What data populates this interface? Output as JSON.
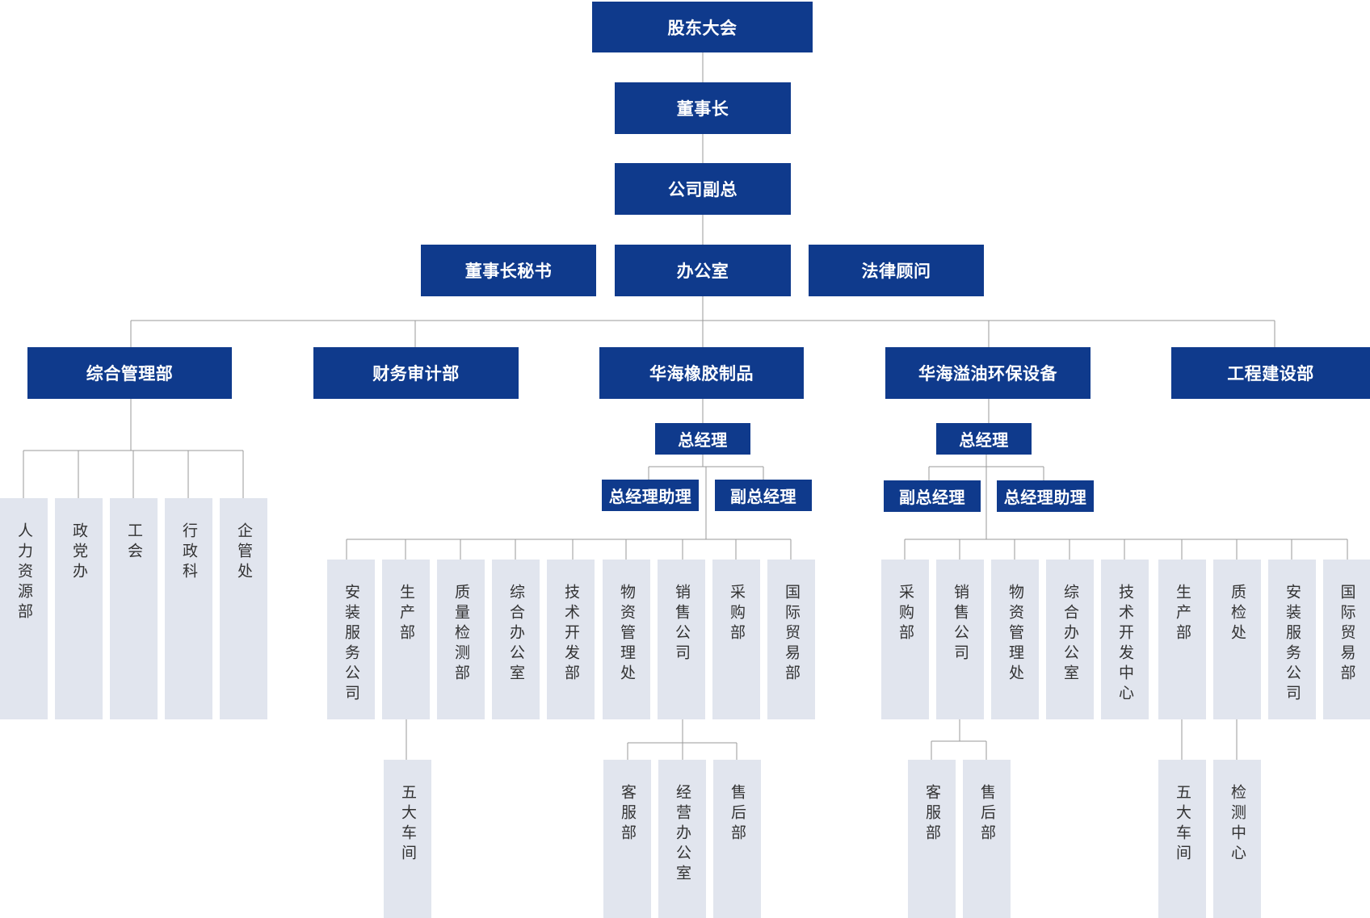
{
  "top": {
    "shareholders": "股东大会",
    "chairman": "董事长",
    "vice_president": "公司副总",
    "chairman_secretary": "董事长秘书",
    "office": "办公室",
    "legal_advisor": "法律顾问"
  },
  "departments": {
    "general_management": "综合管理部",
    "finance_audit": "财务审计部",
    "rubber_products": "华海橡胶制品",
    "oil_spill_equipment": "华海溢油环保设备",
    "engineering": "工程建设部"
  },
  "general_management_children": [
    "人力资源部",
    "政党办",
    "工会",
    "行政科",
    "企管处"
  ],
  "rubber": {
    "gm": "总经理",
    "gm_assistant": "总经理助理",
    "deputy_gm": "副总经理",
    "children": [
      "安装服务公司",
      "生产部",
      "质量检测部",
      "综合办公室",
      "技术开发部",
      "物资管理处",
      "销售公司",
      "采购部",
      "国际贸易部"
    ],
    "production_sub": [
      "五大车间"
    ],
    "sales_sub": [
      "客服部",
      "经营办公室",
      "售后部"
    ]
  },
  "oil": {
    "gm": "总经理",
    "deputy_gm": "副总经理",
    "gm_assistant": "总经理助理",
    "children": [
      "采购部",
      "销售公司",
      "物资管理处",
      "综合办公室",
      "技术开发中心",
      "生产部",
      "质检处",
      "安装服务公司",
      "国际贸易部"
    ],
    "sales_sub": [
      "客服部",
      "售后部"
    ],
    "production_sub": [
      "五大车间"
    ],
    "qc_sub": [
      "检测中心"
    ]
  }
}
